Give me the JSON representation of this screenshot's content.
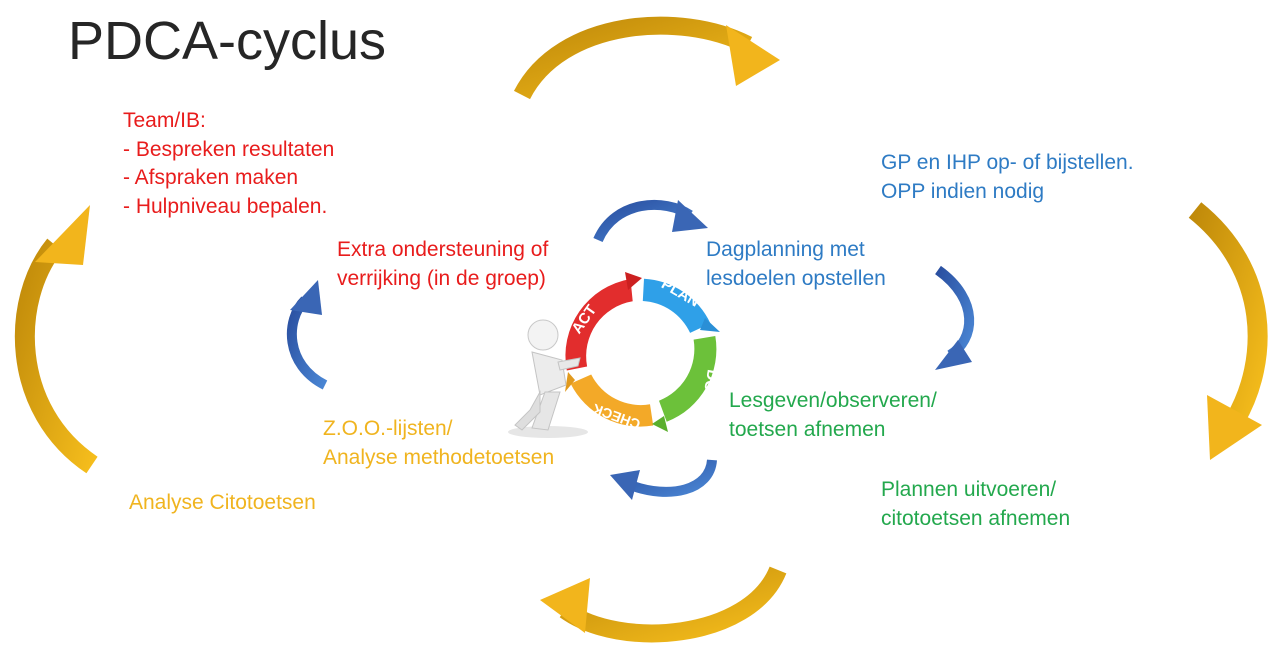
{
  "title": "PDCA-cyclus",
  "cycle_labels": {
    "act": "ACT",
    "plan": "PLAN",
    "do": "DO",
    "check": "CHECK"
  },
  "outer": {
    "team": {
      "lines": [
        "Team/IB:",
        "- Bespreken resultaten",
        "- Afspraken maken",
        "- Hulpniveau bepalen."
      ]
    },
    "plan": {
      "lines": [
        "GP en IHP op- of bijstellen.",
        "OPP indien nodig"
      ]
    },
    "do": {
      "lines": [
        "Plannen uitvoeren/",
        "citotoetsen afnemen"
      ]
    },
    "check": {
      "lines": [
        "Analyse Citotoetsen"
      ]
    }
  },
  "inner": {
    "act": {
      "lines": [
        "Extra ondersteuning of",
        "verrijking (in de groep)"
      ]
    },
    "plan": {
      "lines": [
        "Dagplanning met",
        "lesdoelen opstellen"
      ]
    },
    "do": {
      "lines": [
        "Lesgeven/observeren/",
        "toetsen afnemen"
      ]
    },
    "check": {
      "lines": [
        "Z.O.O.-lijsten/",
        "Analyse methodetoetsen"
      ]
    }
  },
  "colors": {
    "red": "#e81c1c",
    "blue": "#2e7bc4",
    "green": "#23a84d",
    "gold": "#f0b41f",
    "outer_arrow": "#e8aa10",
    "inner_arrow": "#3a66b5"
  }
}
